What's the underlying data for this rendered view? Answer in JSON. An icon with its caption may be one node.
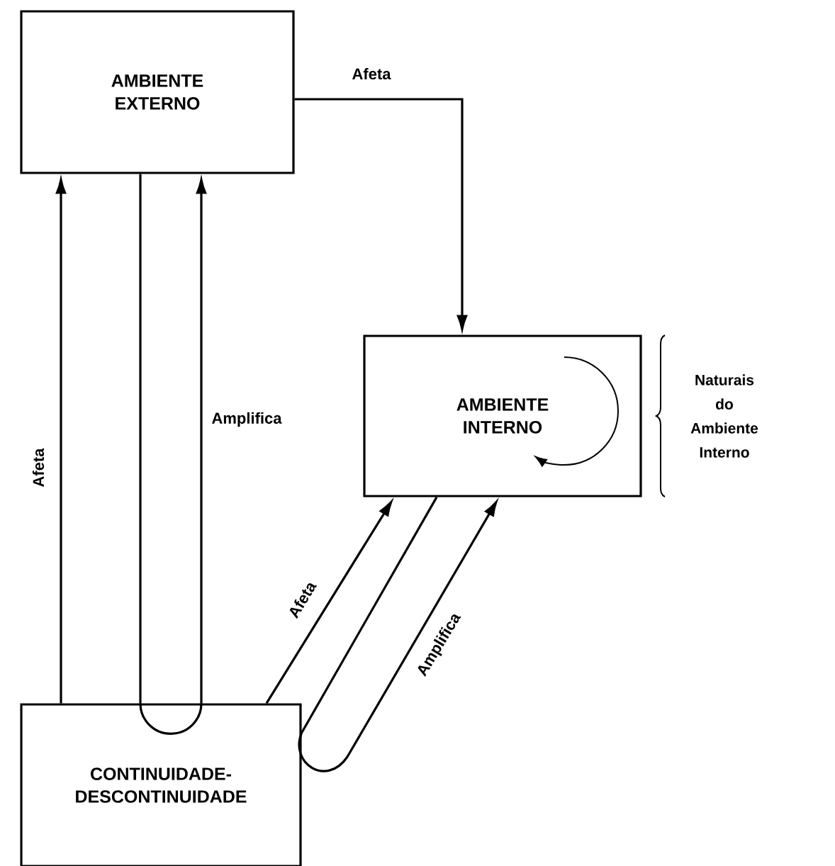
{
  "diagram": {
    "nodes": [
      {
        "text": [
          "AMBIENTE EXTERNO"
        ]
      },
      {
        "text": [
          "AMBIENTE INTERNO"
        ],
        "beside": [
          "Naturais do Ambiente Interno"
        ]
      },
      {
        "text": [
          "CONTINUIDADE-DESCONTINUIDADE"
        ]
      }
    ],
    "edges": [
      {
        "from": 0,
        "to": 1,
        "arrow": "to",
        "label": "Afeta"
      },
      {
        "from": 2,
        "to": 0,
        "arrow": "to",
        "label": "Afeta"
      },
      {
        "from": 0,
        "to": 2,
        "arrow": "none"
      },
      {
        "from": 2,
        "to": 0,
        "arrow": "to",
        "label": "Amplifica"
      },
      {
        "from": 2,
        "to": 1,
        "arrow": "to",
        "label": "Afeta"
      },
      {
        "from": 1,
        "to": 2,
        "arrow": "none"
      },
      {
        "from": 2,
        "to": 1,
        "arrow": "to",
        "label": "Amplifica"
      }
    ]
  }
}
